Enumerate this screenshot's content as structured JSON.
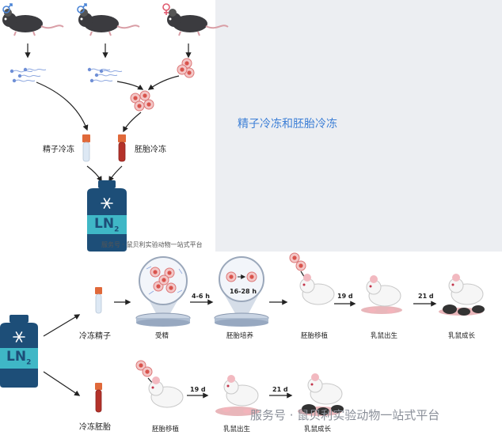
{
  "top_title": "精子冷冻和胚胎冷冻",
  "top": {
    "sperm_freeze": "精子冷冻",
    "embryo_freeze": "胚胎冷冻",
    "tank_label": "LN",
    "tank_sub": "2",
    "watermark": "服务号 · 鼠贝利实验动物一站式平台"
  },
  "bottom": {
    "tank_label": "LN",
    "tank_sub": "2",
    "frozen_sperm": "冷冻精子",
    "frozen_embryo": "冷冻胚胎",
    "fertilization": "受精",
    "embryo_culture": "胚胎培养",
    "culture_time": "16-28 h",
    "wait_time": "4-6 h",
    "embryo_transfer_1": "胚胎移植",
    "embryo_transfer_2": "胚胎移植",
    "d19_a": "19 d",
    "d21_a": "21 d",
    "d19_b": "19 d",
    "d21_b": "21 d",
    "pups_born_1": "乳鼠出生",
    "pups_grow_1": "乳鼠成长",
    "pups_born_2": "乳鼠出生",
    "pups_grow_2": "乳鼠成长",
    "watermark": "服务号 · 鼠贝利实验动物一站式平台"
  },
  "icons": [
    "male-symbol-icon",
    "female-symbol-icon",
    "mouse-icon",
    "sperm-icon",
    "embryo-icon",
    "tube-icon",
    "ln2-tank-icon",
    "snowflake-icon",
    "petri-dish-icon",
    "magnifier-circle-icon"
  ],
  "colors": {
    "title_blue": "#3d7fd6",
    "tank_blue": "#1d4e78",
    "tank_teal": "#3fb7c6",
    "male_blue": "#4a84d6",
    "female_pink": "#e05a6f",
    "embryo_red": "#e46a6a",
    "tube_orange": "#e0693a",
    "tube_red": "#b4322a"
  }
}
